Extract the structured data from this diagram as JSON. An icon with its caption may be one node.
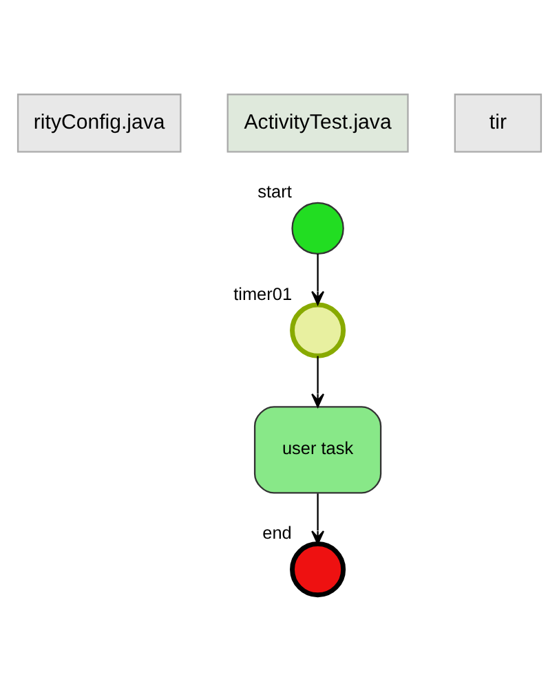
{
  "diagram": {
    "nodes": [
      {
        "text": [],
        "shape": "circle",
        "beside": [
          "start"
        ]
      },
      {
        "text": [],
        "shape": "circle",
        "beside": [
          "timer01"
        ]
      },
      {
        "text": [
          "user task"
        ]
      },
      {
        "text": [],
        "shape": "circle",
        "beside": [
          "end"
        ]
      }
    ],
    "edges": [
      {
        "from": 0,
        "to": 1,
        "arrow": "to"
      },
      {
        "from": 1,
        "to": 2,
        "arrow": "to"
      },
      {
        "from": 2,
        "to": 3,
        "arrow": "to"
      }
    ],
    "labels": [
      "rityConfig.java",
      "ActivityTest.java",
      "tir"
    ]
  }
}
